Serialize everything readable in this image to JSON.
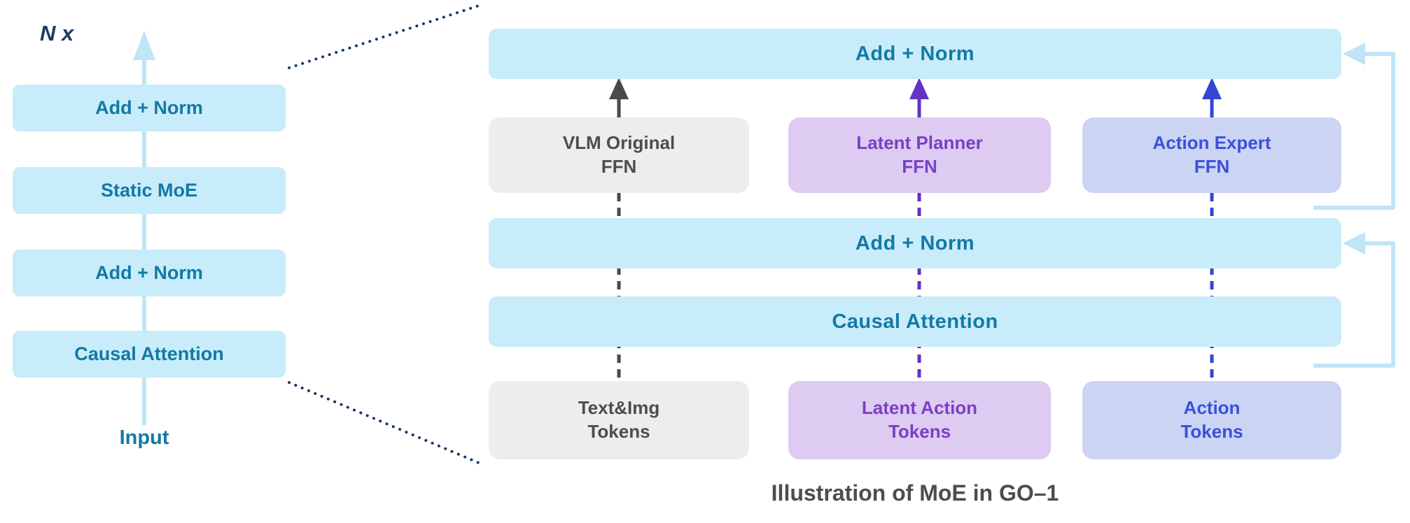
{
  "left_panel": {
    "repeat_label": "N x",
    "blocks": [
      "Add + Norm",
      "Static MoE",
      "Add + Norm",
      "Causal Attention"
    ],
    "input_label": "Input"
  },
  "right_panel": {
    "bars": {
      "top": "Add + Norm",
      "middle": "Add + Norm",
      "attention": "Causal Attention"
    },
    "ffn_boxes": [
      {
        "line1": "VLM Original",
        "line2": "FFN"
      },
      {
        "line1": "Latent Planner",
        "line2": "FFN"
      },
      {
        "line1": "Action Expert",
        "line2": "FFN"
      }
    ],
    "token_boxes": [
      {
        "line1": "Text&Img",
        "line2": "Tokens"
      },
      {
        "line1": "Latent Action",
        "line2": "Tokens"
      },
      {
        "line1": "Action",
        "line2": "Tokens"
      }
    ]
  },
  "caption": "Illustration of MoE in GO–1",
  "icons": {
    "up_arrow": "flow-up-arrow",
    "residual": "residual-skip-connection",
    "dotted": "zoom-expansion-line"
  },
  "colors": {
    "light_blue_fill": "#c8ecf9",
    "teal_text": "#1379a6",
    "gray_fill": "#ededed",
    "gray_text": "#4d4d4d",
    "purple_fill": "#ddcbf2",
    "purple_text": "#7b3fc4",
    "blue_fill": "#ccd4f4",
    "blue_text": "#3a50d9",
    "residual_line": "#bfe5f6",
    "dotted_line": "#14395d",
    "arrow_gray": "#4a4a4a",
    "arrow_purple": "#6233c4",
    "arrow_blue": "#3346cf",
    "nx_text": "#1c3c63"
  }
}
